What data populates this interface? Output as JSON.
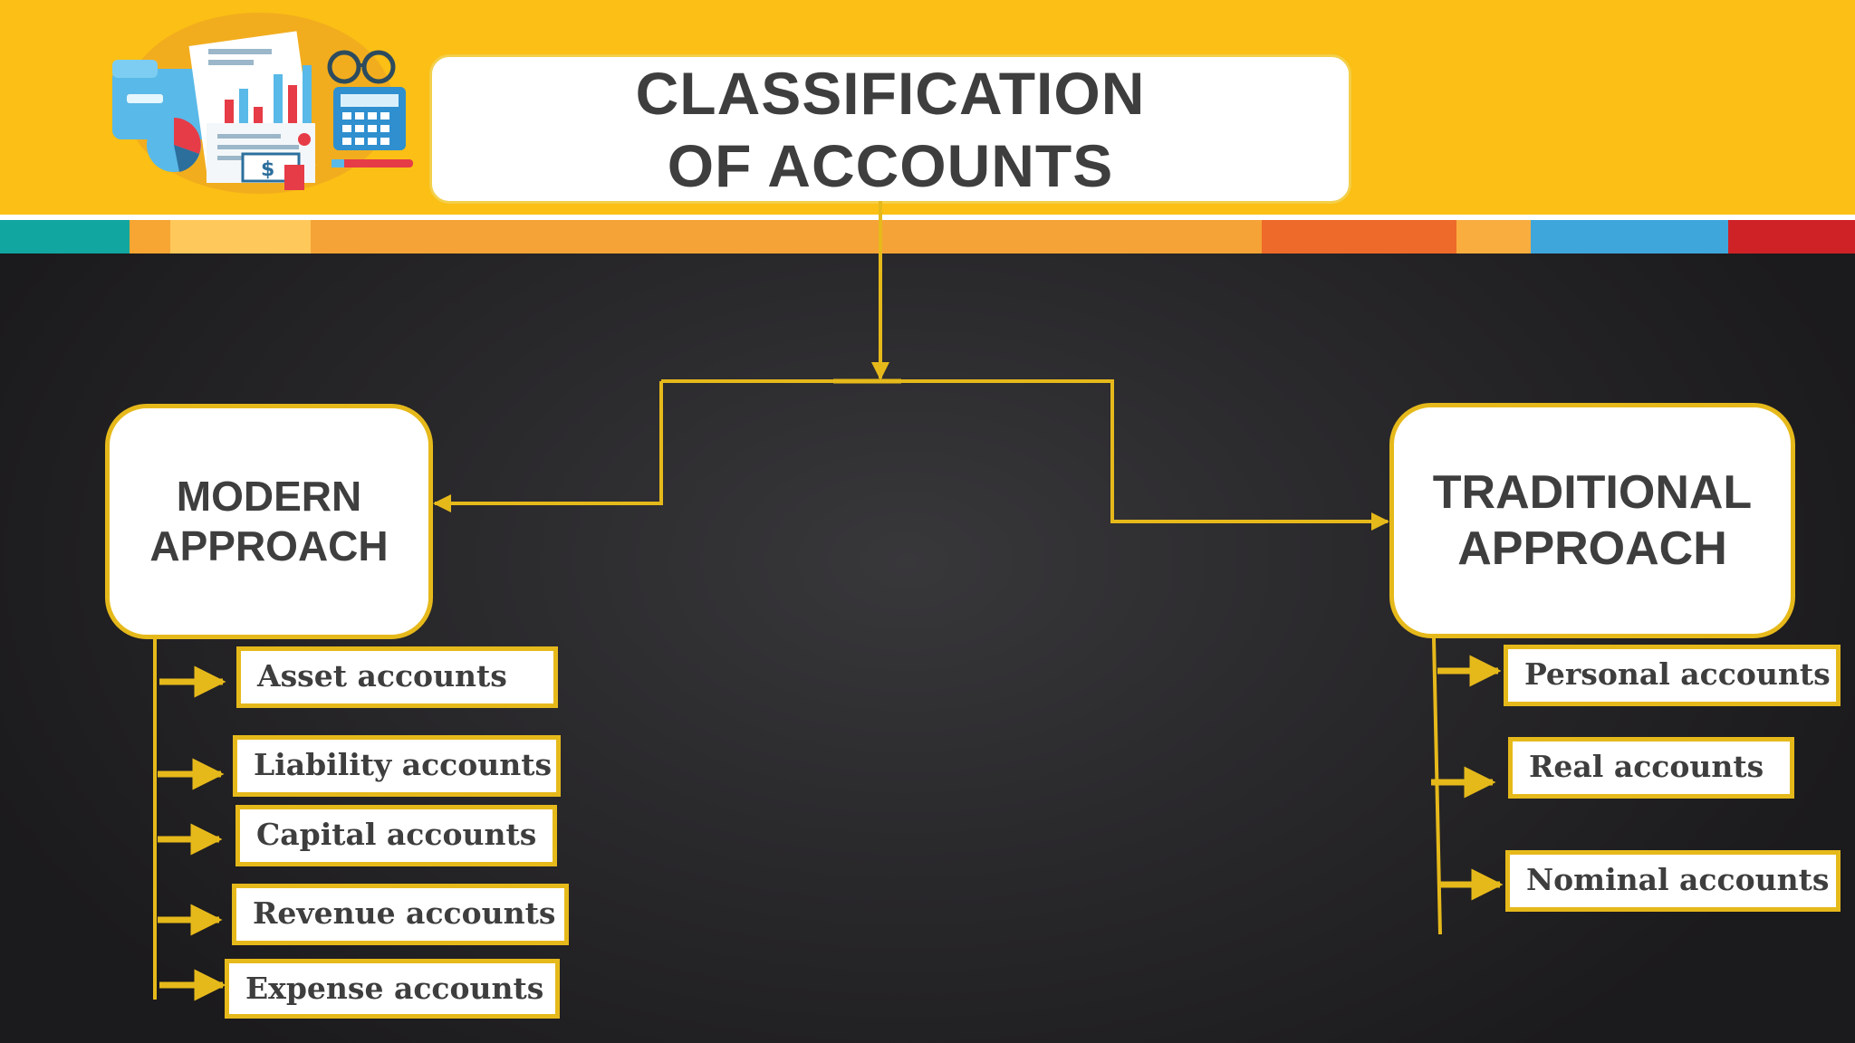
{
  "title": "CLASSIFICATION OF ACCOUNTS",
  "colors": {
    "header_yellow": "#fbbf15",
    "connector_yellow": "#e6b91b",
    "box_text": "#3e3e3e",
    "stripe": [
      "#12a6a0",
      "#f7a533",
      "#ffc85b",
      "#f5a336",
      "#ee6a2a",
      "#f9ad3f",
      "#3fa6dc",
      "#cf2227"
    ]
  },
  "header_icon": "finance-report-illustration-icon",
  "diagram": {
    "root": "CLASSIFICATION OF ACCOUNTS",
    "branches": [
      {
        "label": "MODERN APPROACH",
        "label_lines": [
          "MODERN",
          "APPROACH"
        ],
        "children": [
          "Asset accounts",
          "Liability accounts",
          "Capital  accounts",
          "Revenue accounts",
          "Expense accounts"
        ]
      },
      {
        "label": "TRADITIONAL APPROACH",
        "label_lines": [
          "TRADITIONAL",
          "APPROACH"
        ],
        "children": [
          "Personal accounts",
          "Real accounts",
          "Nominal accounts"
        ]
      }
    ]
  }
}
